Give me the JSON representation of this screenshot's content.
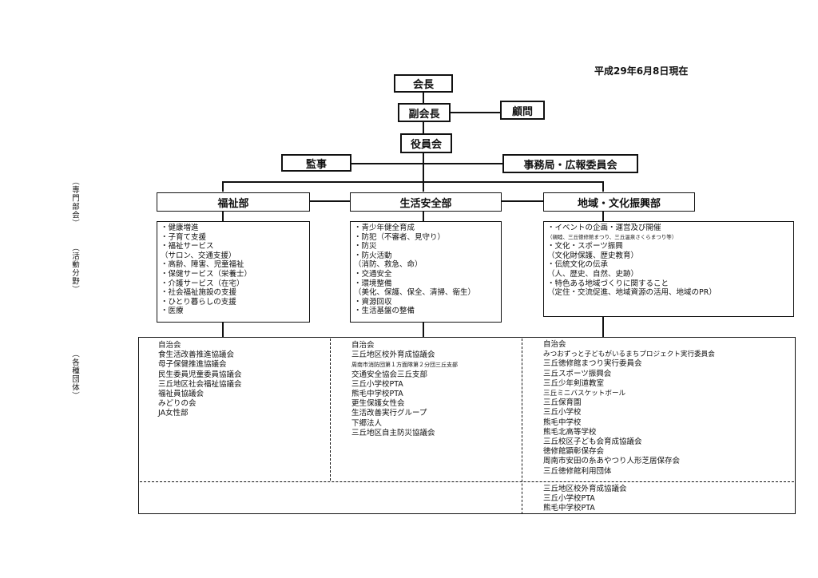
{
  "date": "平成29年6月8日現在",
  "top": {
    "president": "会長",
    "vice_president": "副会長",
    "advisor": "顧問",
    "board": "役員会",
    "auditor": "監事",
    "secretariat": "事務局・広報委員会"
  },
  "side_labels": {
    "departments": "（専門部会）",
    "activities": "（活動分野）",
    "groups": "（各種団体）"
  },
  "departments": [
    {
      "name": "福祉部",
      "activities": [
        "・健康増進",
        "・子育て支援",
        "・福祉サービス",
        "（サロン、交通支援）",
        "・高齢、障害、児童福祉",
        "・保健サービス（栄養士）",
        "・介護サービス（在宅）",
        "・社会福祉施設の支援",
        "・ひとり暮らしの支援",
        "・医療"
      ],
      "groups": [
        "自治会",
        "食生活改善推進協議会",
        "母子保健推進協議会",
        "民生委員児童委員協議会",
        "三丘地区社会福祉協議会",
        "福祉員協議会",
        "みどりの会",
        "JA女性部"
      ]
    },
    {
      "name": "生活安全部",
      "activities": [
        "・青少年健全育成",
        "・防犯（不審者、見守り）",
        "・防災",
        "・防火活動",
        "（消防、救急、命）",
        "・交通安全",
        "・環境整備",
        "（美化、保護、保全、清掃、衛生）",
        "・資源回収",
        "・生活基盤の整備"
      ],
      "groups": [
        "自治会",
        "三丘地区校外育成協議会",
        "周南市消防団第１方面隊第２分団三丘支部",
        "交通安全協会三丘支部",
        "三丘小学校PTA",
        "熊毛中学校PTA",
        "更生保護女性会",
        "生活改善実行グループ",
        "下郷法人",
        "三丘地区自主防災協議会"
      ]
    },
    {
      "name": "地域・文化振興部",
      "activities": [
        "・イベントの企画・運営及び開催",
        "（親睦、三丘徳修館まつり、三丘温泉さくらまつり等）",
        "・文化・スポーツ振興",
        "（文化財保護、歴史教育）",
        "・伝統文化の伝承",
        "（人、歴史、自然、史跡）",
        "・特色ある地域づくりに関すること",
        "（定住・交流促進、地域資源の活用、地域のPR）"
      ],
      "groups": [
        "自治会",
        "みつおずっと子どもがいるまちプロジェクト実行委員会",
        "三丘徳修館まつり実行委員会",
        "三丘スポーツ振興会",
        "三丘少年剣道教室",
        "三丘ミニバスケットボール",
        "三丘保育園",
        "三丘小学校",
        "熊毛中学校",
        "熊毛北高等学校",
        "三丘校区子ども会育成協議会",
        "徳修館顕彰保存会",
        "周南市安田の糸あやつり人形芝居保存会",
        "三丘徳修館利用団体"
      ],
      "groups_extra": [
        "三丘地区校外育成協議会",
        "三丘小学校PTA",
        "熊毛中学校PTA"
      ]
    }
  ]
}
